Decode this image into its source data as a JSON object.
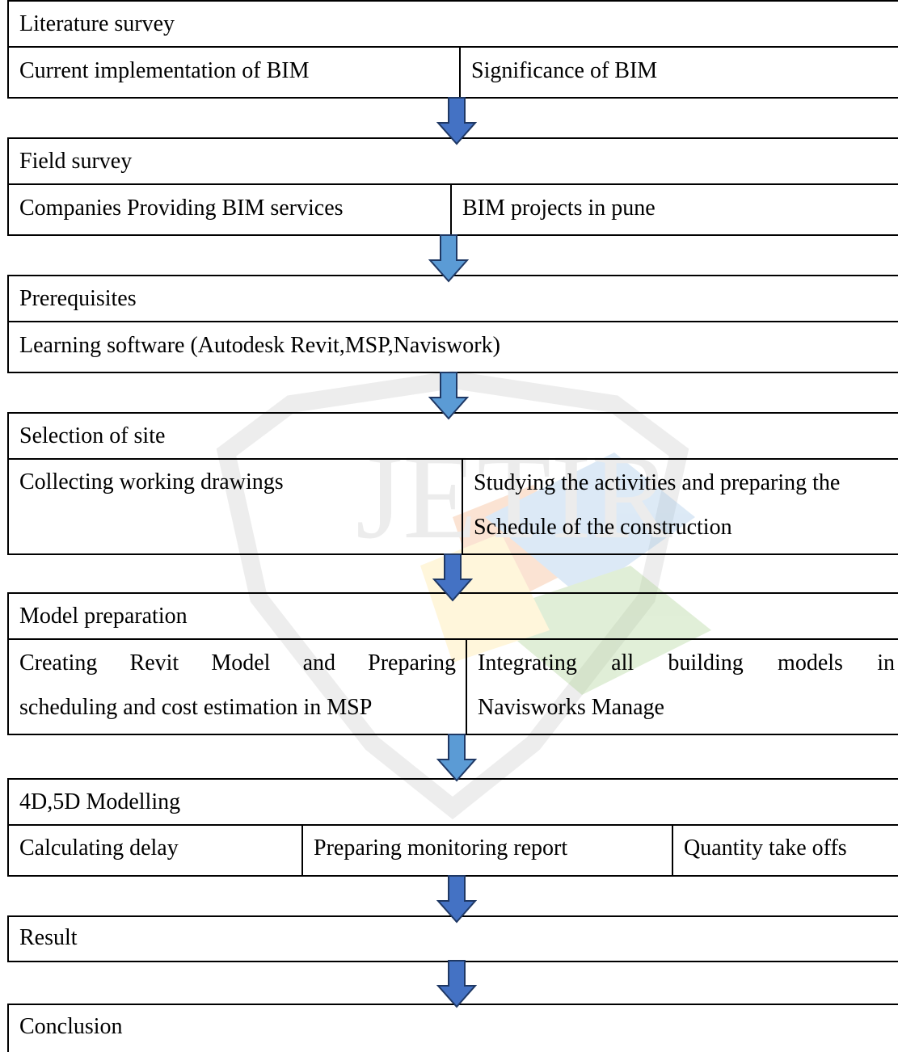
{
  "watermark": {
    "text": "JETIR"
  },
  "colors": {
    "arrow_dark": "#4472c4",
    "arrow_light": "#5b9bd5",
    "border": "#000000"
  },
  "steps": [
    {
      "title": "Literature survey",
      "cells": [
        "Current implementation of BIM",
        "Significance of BIM"
      ]
    },
    {
      "title": "Field survey",
      "cells": [
        "Companies Providing BIM services",
        "BIM projects in pune"
      ]
    },
    {
      "title": "Prerequisites",
      "cells": [
        "Learning software (Autodesk Revit,MSP,Naviswork)"
      ]
    },
    {
      "title": "Selection of site",
      "cells": [
        "Collecting working drawings",
        [
          "Studying the activities and preparing the",
          "Schedule of the construction"
        ]
      ]
    },
    {
      "title": "Model preparation",
      "cells": [
        [
          "Creating Revit Model and Preparing",
          "scheduling and cost estimation in MSP"
        ],
        [
          "Integrating all building models in",
          "Navisworks Manage"
        ]
      ]
    },
    {
      "title": "4D,5D Modelling",
      "cells": [
        "Calculating delay",
        "Preparing monitoring report",
        "Quantity take offs"
      ]
    },
    {
      "title": "Result",
      "cells": []
    },
    {
      "title": "Conclusion",
      "cells": []
    }
  ],
  "arrows": [
    "down-arrow-icon",
    "down-arrow-icon",
    "down-arrow-icon",
    "down-arrow-icon",
    "down-arrow-icon",
    "down-arrow-icon",
    "down-arrow-icon"
  ]
}
